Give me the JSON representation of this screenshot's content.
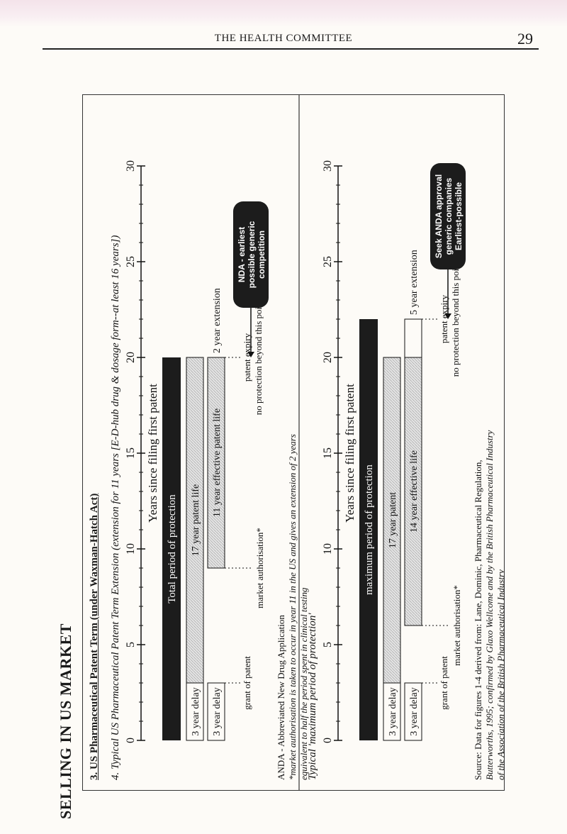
{
  "header": {
    "running_title": "THE HEALTH COMMITTEE",
    "page_number": "29"
  },
  "section": {
    "title": "SELLING IN US MARKET"
  },
  "figure": {
    "title": "3. US Pharmaceutical Patent Term (under Waxman-Hatch Act)"
  },
  "panels": [
    {
      "title": "4. Typical US Pharmaceutical Patent Term Extension (extension for 11 years [E-D-hub drug & dosage form--at least 16 years])",
      "axis_label": "Years since filing first patent",
      "ticks": [
        "0",
        "5",
        "10",
        "15",
        "20",
        "25",
        "30"
      ],
      "bar_label": "Total period of protection",
      "patent_label": "17 year patent life",
      "patent_label2": "11 year effective patent life",
      "delay_label": "3 year delay",
      "extension_label": "2 year extension",
      "expiry_label": "patent expiry",
      "beyond_label": "no protection beyond this point",
      "grant_label": "grant of patent",
      "marketing_label": "market authorisation*",
      "callout": [
        "NDA - earliest",
        "possible generic",
        "competition"
      ],
      "notes": [
        "ANDA - Abbreviated New Drug Application",
        "*market authorisation is taken to occur in year 11 in the US and gives an extension of 2 years",
        "equivalent to half the period spent in clinical testing"
      ]
    },
    {
      "title": "Typical 'maximum period of protection'",
      "axis_label": "Years since filing first patent",
      "ticks": [
        "0",
        "5",
        "10",
        "15",
        "20",
        "25",
        "30"
      ],
      "bar_label": "maximum period of protection",
      "patent_label": "17 year patent",
      "patent_label2": "14 year effective life",
      "delay_label": "3 year delay",
      "extension_label": "5 year extension",
      "expiry_label": "patent expiry",
      "beyond_label": "no protection beyond this point",
      "grant_label": "grant of patent",
      "marketing_label": "market authorisation*",
      "callout": [
        "Seek ANDA approval",
        "generic companies",
        "Earliest-possible"
      ],
      "notes": [
        "Source: Data for figures 1-4 derived from: Lane, Dominic, Pharmaceutical Regulation,",
        "Butterworths, 1995; confirmed by Glaxo Wellcome and by the British Pharmaceutical Industry",
        "of the Association of the British Pharmaceutical Industry"
      ]
    }
  ],
  "colors": {
    "bar": "#1c1c1c",
    "patent": "#d9d9d9",
    "callout": "#1c1c1c",
    "paper": "#fdfbf7"
  }
}
